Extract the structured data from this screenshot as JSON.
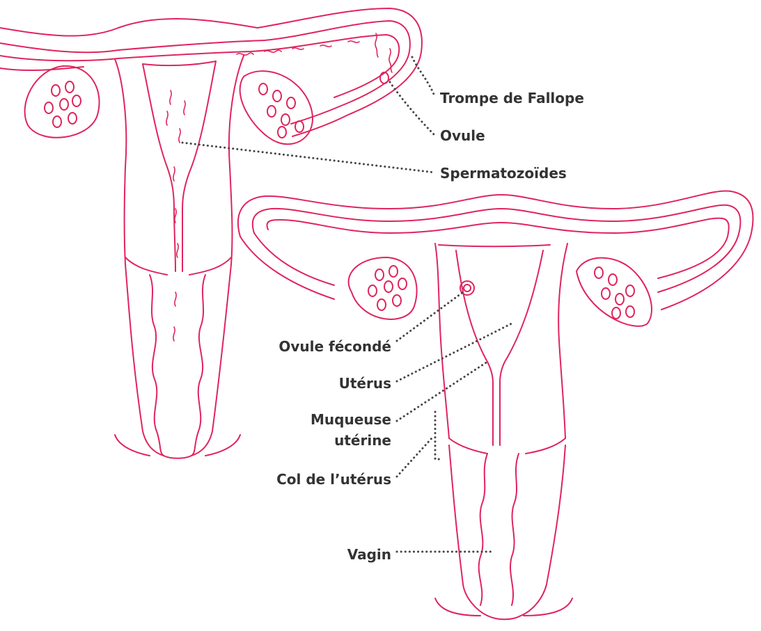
{
  "colors": {
    "organ": "#e0245e",
    "label": "#333333",
    "leader": "#444444"
  },
  "labels": {
    "fallopian_tube": "Trompe de Fallope",
    "ovum": "Ovule",
    "sperm": "Spermatozoïdes",
    "fertilized_ovum": "Ovule fécondé",
    "uterus": "Utérus",
    "lining_line1": "Muqueuse",
    "lining_line2": "utérine",
    "cervix": "Col de l’utérus",
    "vagina": "Vagin"
  }
}
